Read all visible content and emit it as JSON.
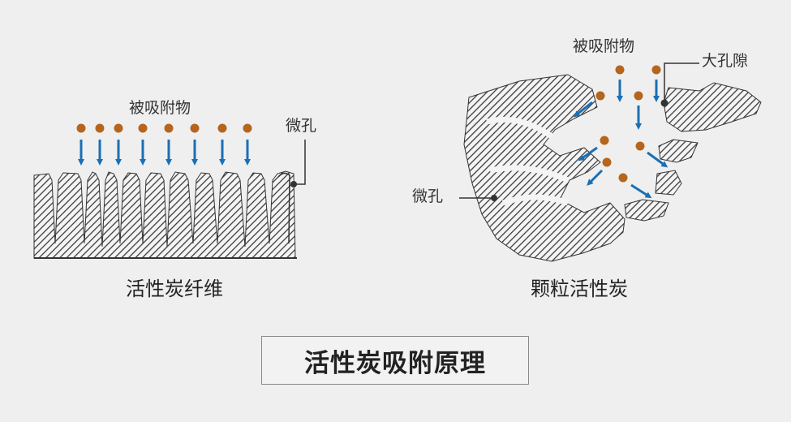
{
  "left_panel": {
    "adsorbate_label": "被吸附物",
    "micropore_label": "微孔",
    "caption": "活性炭纤维"
  },
  "right_panel": {
    "adsorbate_label": "被吸附物",
    "macropore_label": "大孔隙",
    "micropore_label": "微孔",
    "caption": "颗粒活性炭"
  },
  "title": "活性炭吸附原理",
  "colors": {
    "background": "#efefef",
    "hatch": "#444444",
    "adsorbate_dot": "#b5651d",
    "arrow": "#1a6fb5",
    "frame": "#8a8a8a"
  }
}
